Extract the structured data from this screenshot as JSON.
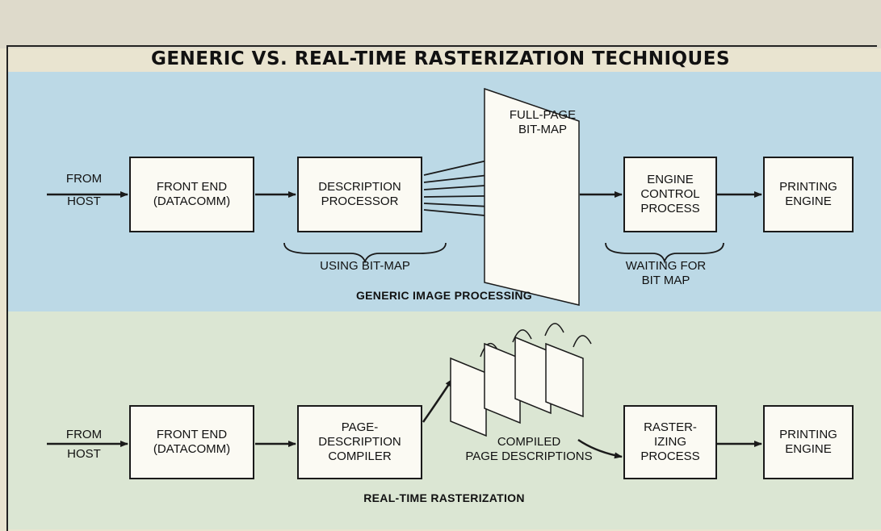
{
  "title": "GENERIC VS. REAL-TIME RASTERIZATION TECHNIQUES",
  "generic": {
    "caption": "GENERIC IMAGE PROCESSING",
    "source_line1": "FROM",
    "source_line2": "HOST",
    "front_end": [
      "FRONT END",
      "(DATACOMM)"
    ],
    "description_processor": [
      "DESCRIPTION",
      "PROCESSOR"
    ],
    "bitmap_label": [
      "FULL-PAGE",
      "BIT-MAP"
    ],
    "engine_control": [
      "ENGINE",
      "CONTROL",
      "PROCESS"
    ],
    "printing_engine": [
      "PRINTING",
      "ENGINE"
    ],
    "using_bitmap": "USING BIT-MAP",
    "waiting_bitmap": [
      "WAITING FOR",
      "BIT MAP"
    ]
  },
  "realtime": {
    "caption": "REAL-TIME RASTERIZATION",
    "source_line1": "FROM",
    "source_line2": "HOST",
    "front_end": [
      "FRONT END",
      "(DATACOMM)"
    ],
    "compiler": [
      "PAGE-",
      "DESCRIPTION",
      "COMPILER"
    ],
    "compiled_label": [
      "COMPILED",
      "PAGE DESCRIPTIONS"
    ],
    "rasterizing": [
      "RASTER-",
      "IZING",
      "PROCESS"
    ],
    "printing_engine": [
      "PRINTING",
      "ENGINE"
    ]
  },
  "colors": {
    "top_band": "#bcd9e6",
    "bottom_band": "#dbe6d3",
    "box_fill": "#fbfaf3",
    "ink": "#1a1a1a"
  }
}
